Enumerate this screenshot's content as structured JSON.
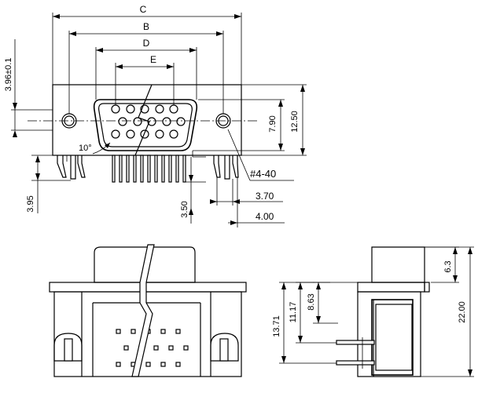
{
  "dimensions": {
    "C": "C",
    "B": "B",
    "D": "D",
    "E": "E",
    "d396": "3.96±0.1",
    "d790": "7.90",
    "d1250": "12.50",
    "angle": "10°",
    "thread": "#4-40",
    "d395": "3.95",
    "d350": "3.50",
    "d370": "3.70",
    "d400": "4.00",
    "d63": "6.3",
    "d2200": "22.00",
    "d1371": "13.71",
    "d1117": "11.17",
    "d863": "8.63"
  }
}
